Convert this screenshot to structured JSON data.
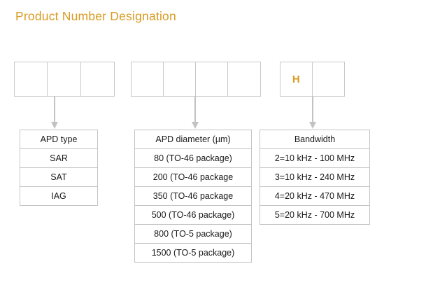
{
  "page": {
    "title": "Product Number Designation",
    "accent_color": "#d99a20",
    "border_color": "#c4c4c4",
    "arrow_color": "#c2c2c2",
    "background": "#ffffff"
  },
  "code_groups": [
    {
      "name": "apd-type-code",
      "cells": [
        "",
        "",
        ""
      ]
    },
    {
      "name": "apd-diameter-code",
      "cells": [
        "",
        "",
        "",
        ""
      ]
    },
    {
      "name": "bandwidth-code",
      "cells": [
        "H",
        ""
      ]
    }
  ],
  "tables": [
    {
      "name": "apd-type",
      "header": "APD type",
      "rows": [
        "SAR",
        "SAT",
        "IAG"
      ]
    },
    {
      "name": "apd-diameter",
      "header": "APD diameter (µm)",
      "rows": [
        "80 (TO-46 package)",
        "200 (TO-46 package",
        "350 (TO-46 package",
        "500 (TO-46 package)",
        "800 (TO-5 package)",
        "1500 (TO-5 package)"
      ]
    },
    {
      "name": "bandwidth",
      "header": "Bandwidth",
      "rows": [
        "2=10 kHz - 100 MHz",
        "3=10 kHz - 240 MHz",
        "4=20 kHz - 470 MHz",
        "5=20 kHz - 700 MHz"
      ]
    }
  ]
}
